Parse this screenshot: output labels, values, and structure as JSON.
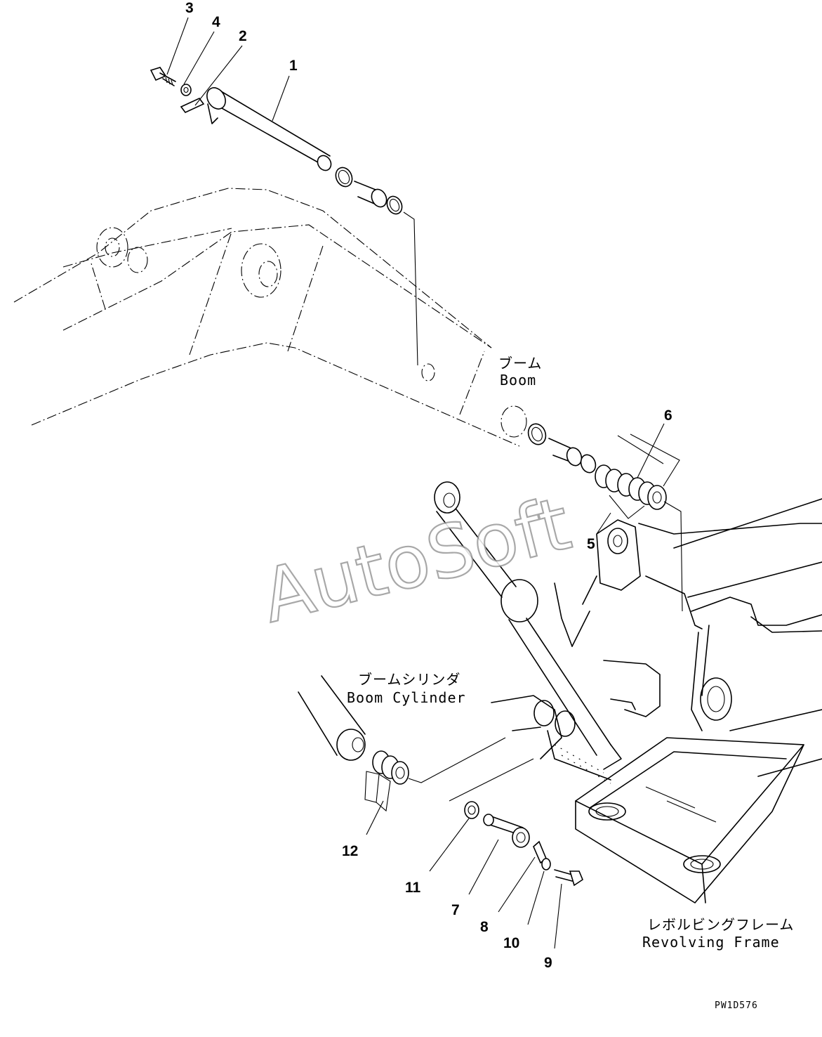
{
  "diagram": {
    "labels": {
      "boom_jp": "ブーム",
      "boom_en": "Boom",
      "boom_cylinder_jp": "ブームシリンダ",
      "boom_cylinder_en": "Boom Cylinder",
      "revolving_frame_jp": "レボルビングフレーム",
      "revolving_frame_en": "Revolving Frame"
    },
    "callouts": {
      "c1": "1",
      "c2": "2",
      "c3": "3",
      "c4": "4",
      "c5": "5",
      "c6": "6",
      "c7": "7",
      "c8": "8",
      "c9": "9",
      "c10": "10",
      "c11": "11",
      "c12": "12"
    },
    "drawing_code": "PW1D576",
    "watermark": "AutoSoft"
  }
}
